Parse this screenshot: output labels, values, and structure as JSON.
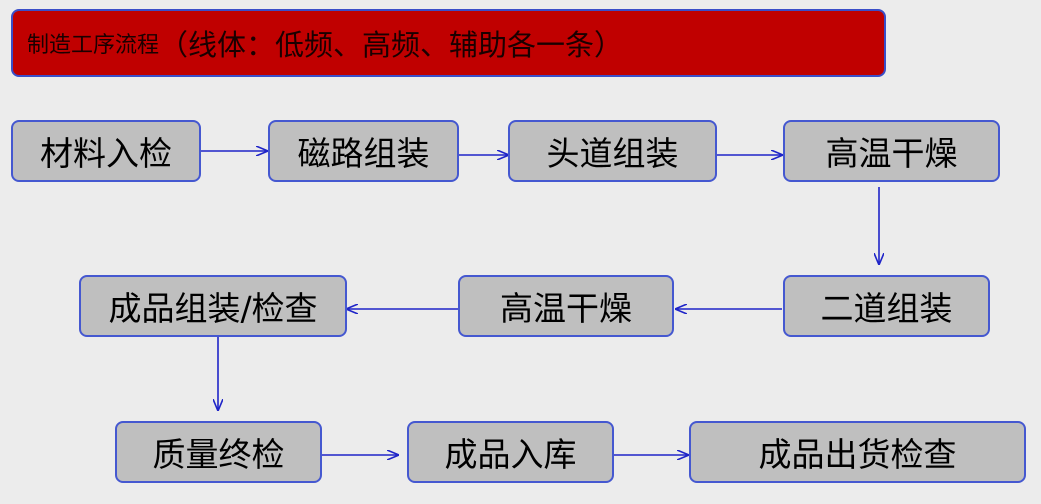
{
  "title": {
    "main": "制造工序流程",
    "sub": "（线体：低频、高频、辅助各一条）"
  },
  "nodes": [
    {
      "id": "n1",
      "label": "材料入检"
    },
    {
      "id": "n2",
      "label": "磁路组装"
    },
    {
      "id": "n3",
      "label": "头道组装"
    },
    {
      "id": "n4",
      "label": "高温干燥"
    },
    {
      "id": "n5",
      "label": "二道组装"
    },
    {
      "id": "n6",
      "label": "高温干燥"
    },
    {
      "id": "n7",
      "label": "成品组装/检查"
    },
    {
      "id": "n8",
      "label": "质量终检"
    },
    {
      "id": "n9",
      "label": "成品入库"
    },
    {
      "id": "n10",
      "label": "成品出货检查"
    }
  ],
  "edges": [
    [
      "n1",
      "n2"
    ],
    [
      "n2",
      "n3"
    ],
    [
      "n3",
      "n4"
    ],
    [
      "n4",
      "n5"
    ],
    [
      "n5",
      "n6"
    ],
    [
      "n6",
      "n7"
    ],
    [
      "n7",
      "n8"
    ],
    [
      "n8",
      "n9"
    ],
    [
      "n9",
      "n10"
    ]
  ],
  "colors": {
    "title_bg": "#c00000",
    "node_bg": "#bfbfbf",
    "border": "#4558d0",
    "arrow": "#1f24c8"
  }
}
